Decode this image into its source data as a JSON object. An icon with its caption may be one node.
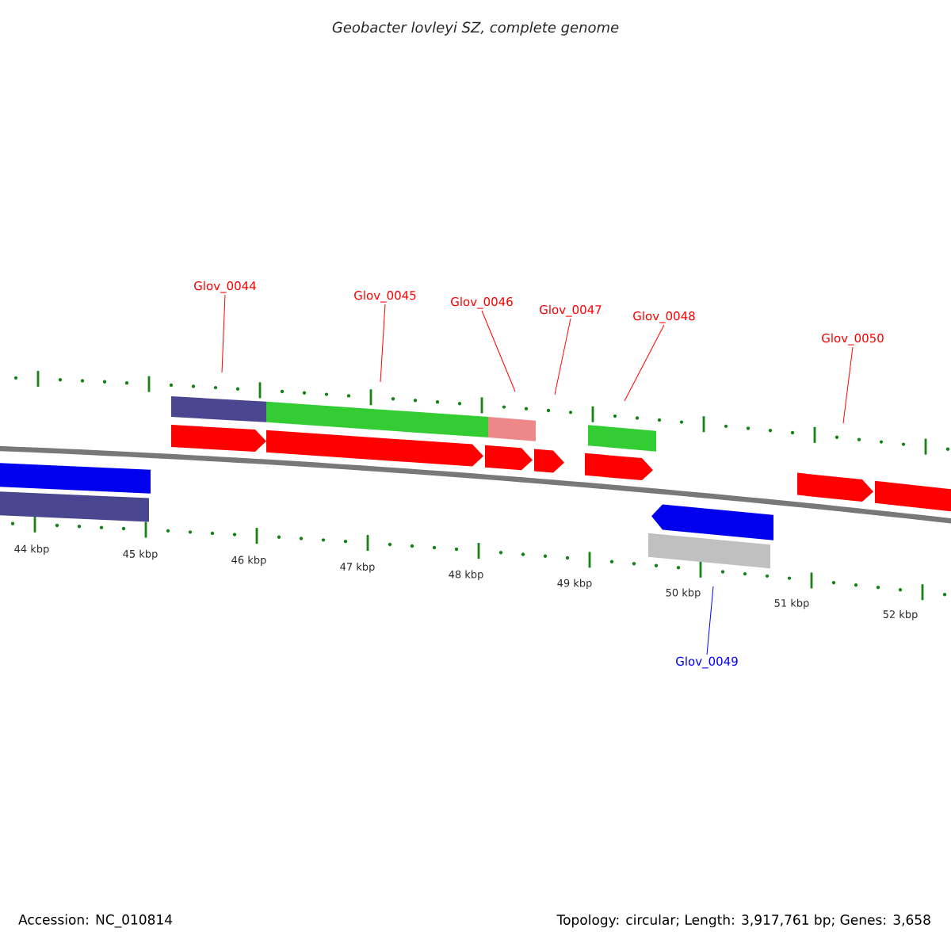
{
  "diagram": {
    "title": "Geobacter lovleyi SZ, complete genome",
    "nodes": [
      {
        "text": [
          "Glov_0044"
        ]
      },
      {
        "text": [
          "Glov_0045"
        ]
      },
      {
        "text": [
          "Glov_0046"
        ]
      },
      {
        "text": [
          "Glov_0047"
        ]
      },
      {
        "text": [
          "Glov_0048"
        ]
      },
      {
        "text": [
          "Glov_0050"
        ]
      },
      {
        "text": [
          "Glov_0049"
        ]
      }
    ],
    "edges": [
      {
        "from": 0,
        "to": null,
        "arrow": "none"
      },
      {
        "from": 1,
        "to": null,
        "arrow": "none"
      },
      {
        "from": 2,
        "to": null,
        "arrow": "none"
      },
      {
        "from": 3,
        "to": null,
        "arrow": "none"
      },
      {
        "from": 4,
        "to": null,
        "arrow": "none"
      },
      {
        "from": 5,
        "to": null,
        "arrow": "none"
      },
      {
        "from": 6,
        "to": null,
        "arrow": "none",
        "color": "#0000ff"
      }
    ],
    "labels": [
      "44 kbp",
      "45 kbp",
      "46 kbp",
      "47 kbp",
      "48 kbp",
      "49 kbp",
      "50 kbp",
      "51 kbp",
      "52 kbp",
      "Accession: NC_010814",
      "Topology: circular; Length: 3,917,761 bp; Genes: 3,658"
    ]
  }
}
